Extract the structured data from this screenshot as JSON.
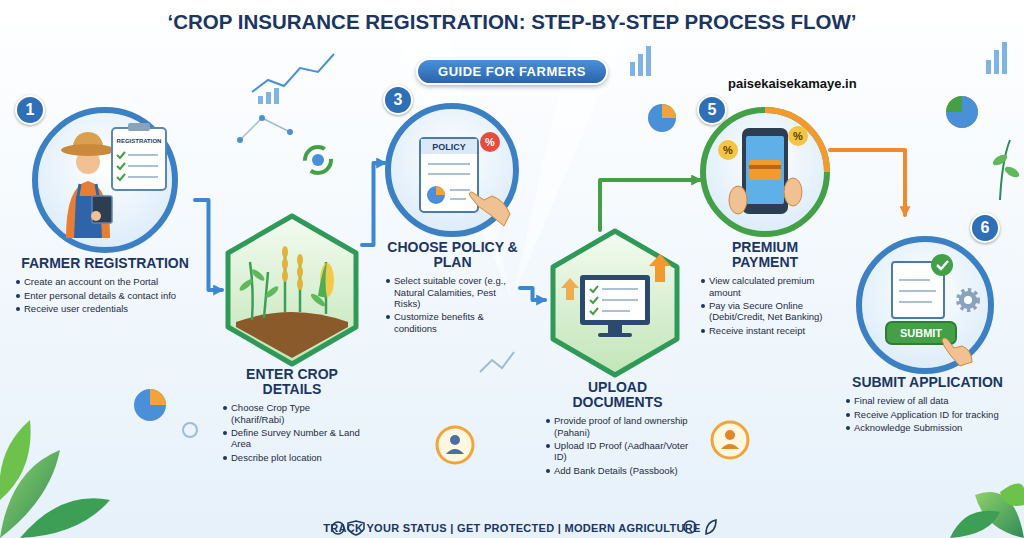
{
  "diagram": {
    "title": "‘CROP INSURANCE REGISTRATION: STEP-BY-STEP PROCESS FLOW’",
    "nodes": [
      {
        "text": [
          "GUIDE FOR FARMERS"
        ]
      },
      {
        "text": [
          "FARMER REGISTRATION",
          "Create an account on the Portal",
          "Enter personal details & contact info",
          "Receive user credentials"
        ]
      },
      {
        "text": [
          "ENTER CROP DETAILS",
          "Choose Crop Type (Kharif/Rabi)",
          "Define Survey Number & Land Area",
          "Describe plot location"
        ]
      },
      {
        "text": [
          "CHOOSE POLICY & PLAN",
          "Select suitable cover (e.g., Natural Calamities, Pest Risks)",
          "Customize benefits & conditions"
        ]
      },
      {
        "text": [
          "UPLOAD DOCUMENTS",
          "Provide proof of land ownership (Pahani)",
          "Upload ID Proof (Aadhaar/Voter ID)",
          "Add Bank Details (Passbook)"
        ]
      },
      {
        "text": [
          "PREMIUM PAYMENT",
          "View calculated premium amount",
          "Pay via Secure Online (Debit/Credit, Net Banking)",
          "Receive instant receipt"
        ]
      },
      {
        "text": [
          "SUBMIT APPLICATION",
          "Final review of all data",
          "Receive Application ID for tracking",
          "Acknowledge Submission"
        ]
      }
    ],
    "edges": [
      {
        "from": 1,
        "to": 2,
        "arrow": "to"
      },
      {
        "from": 2,
        "to": 3,
        "arrow": "to"
      },
      {
        "from": 3,
        "to": 4,
        "arrow": "to"
      },
      {
        "from": 4,
        "to": 5,
        "arrow": "to"
      },
      {
        "from": 5,
        "to": 6,
        "arrow": "to"
      }
    ],
    "labels": [
      "paisekaisekamaye.in",
      "1",
      "3",
      "5",
      "6",
      "REGISTRATION",
      "POLICY",
      "%",
      "%",
      "%",
      "SUBMIT",
      "TRACK YOUR STATUS | GET PROTECTED | MODERN AGRICULTURE"
    ]
  }
}
